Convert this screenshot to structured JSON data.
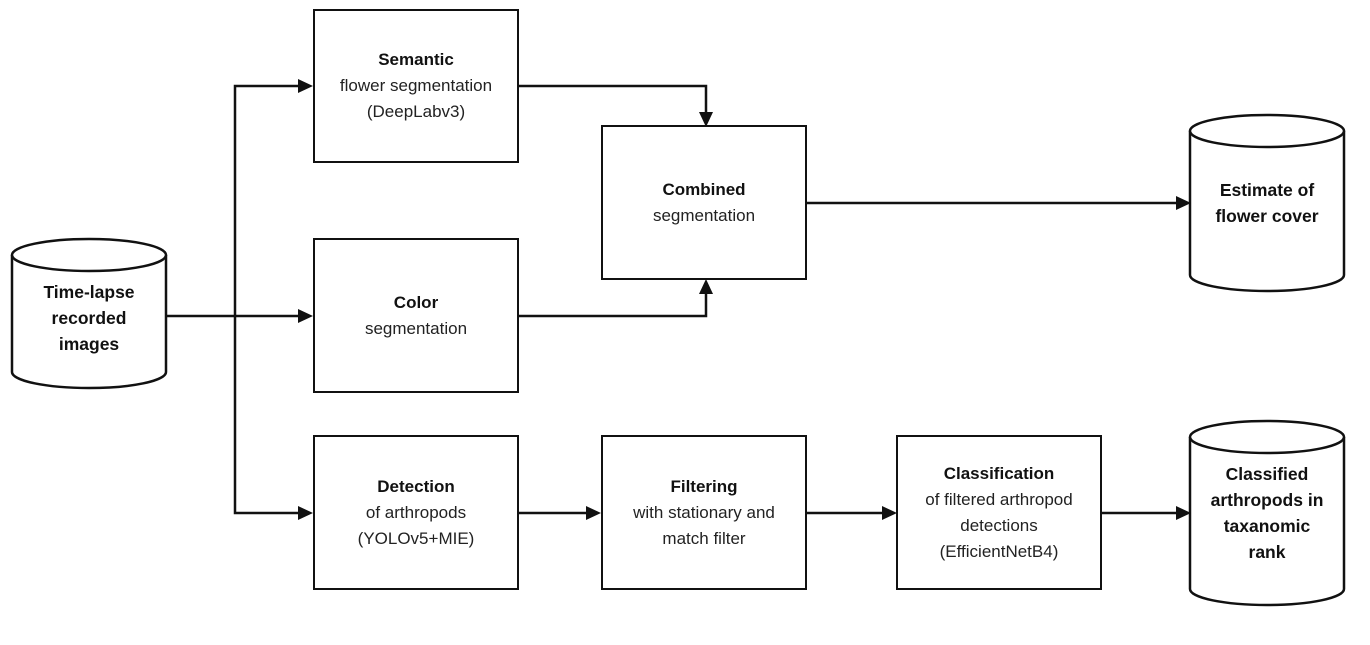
{
  "diagram": {
    "source": {
      "lines": [
        "Time-lapse",
        "recorded",
        "images"
      ]
    },
    "semantic": {
      "title": "Semantic",
      "lines": [
        "flower segmentation",
        "(DeepLabv3)"
      ]
    },
    "color": {
      "title": "Color",
      "lines": [
        "segmentation"
      ]
    },
    "combined": {
      "title": "Combined",
      "lines": [
        "segmentation"
      ]
    },
    "flower_cover": {
      "lines": [
        "Estimate of",
        "flower cover"
      ]
    },
    "detection": {
      "title": "Detection",
      "lines": [
        "of arthropods",
        "(YOLOv5+MIE)"
      ]
    },
    "filtering": {
      "title": "Filtering",
      "lines": [
        "with stationary and",
        "match filter"
      ]
    },
    "classification": {
      "title": "Classification",
      "lines": [
        "of filtered arthropod",
        "detections",
        "(EfficientNetB4)"
      ]
    },
    "classified": {
      "lines": [
        "Classified",
        "arthropods in",
        "taxanomic",
        "rank"
      ]
    }
  }
}
